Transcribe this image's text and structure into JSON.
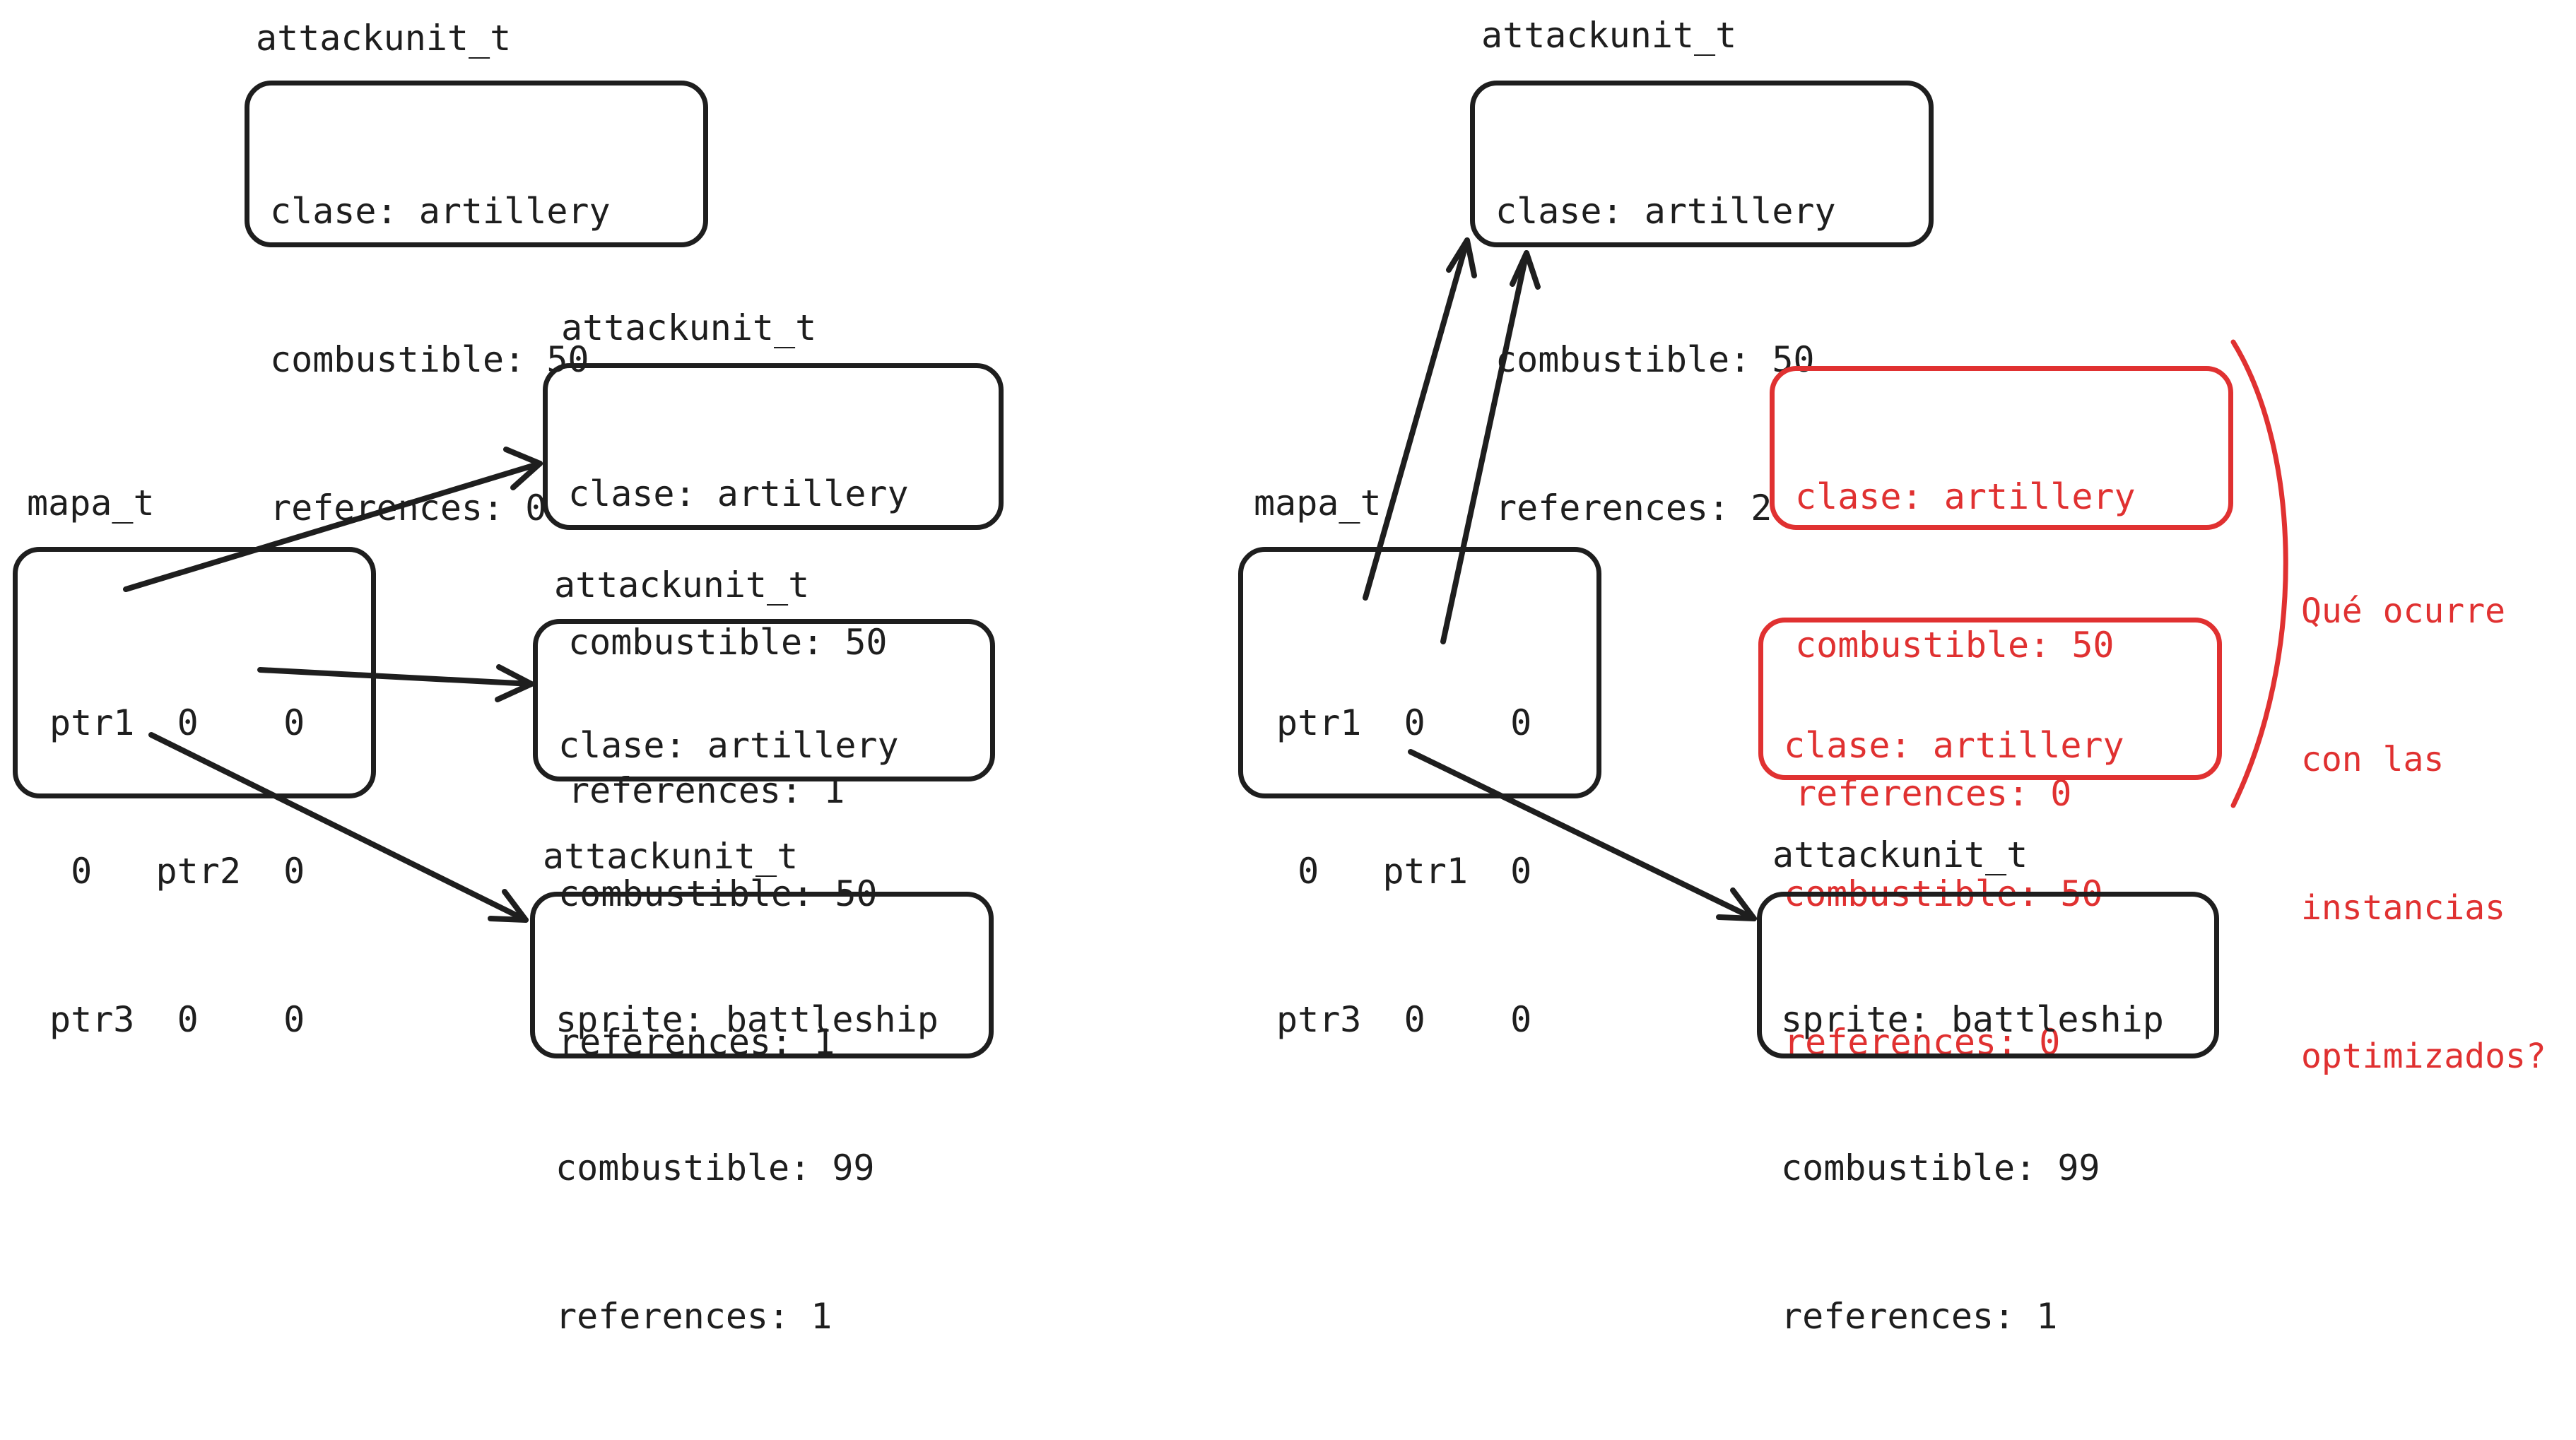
{
  "type_label": "attackunit_t",
  "map_label": "mapa_t",
  "left": {
    "top_unit": {
      "line1": "clase: artillery",
      "line2": "combustible: 50",
      "line3": "references: 0"
    },
    "unit_a": {
      "line1": "clase: artillery",
      "line2": "combustible: 50",
      "line3": "references: 1"
    },
    "unit_b": {
      "line1": "clase: artillery",
      "line2": "combustible: 50",
      "line3": "references: 1"
    },
    "unit_c": {
      "line1": "sprite: battleship",
      "line2": "combustible: 99",
      "line3": "references: 1"
    },
    "grid": {
      "row1": "ptr1  0    0",
      "row2": " 0   ptr2  0",
      "row3": "ptr3  0    0"
    }
  },
  "right": {
    "top_unit": {
      "line1": "clase: artillery",
      "line2": "combustible: 50",
      "line3": "references: 2"
    },
    "red_unit_1": {
      "line1": "clase: artillery",
      "line2": "combustible: 50",
      "line3": "references: 0"
    },
    "red_unit_2": {
      "line1": "clase: artillery",
      "line2": "combustible: 50",
      "line3": "references: 0"
    },
    "bottom_unit": {
      "line1": "sprite: battleship",
      "line2": "combustible: 99",
      "line3": "references: 1"
    },
    "grid": {
      "row1": "ptr1  0    0",
      "row2": " 0   ptr1  0",
      "row3": "ptr3  0    0"
    },
    "question": {
      "line1": "Qué ocurre",
      "line2": "con las",
      "line3": "instancias",
      "line4": "optimizados?"
    }
  },
  "colors": {
    "ink": "#1e1e1e",
    "highlight": "#e03131",
    "background": "#ffffff"
  }
}
